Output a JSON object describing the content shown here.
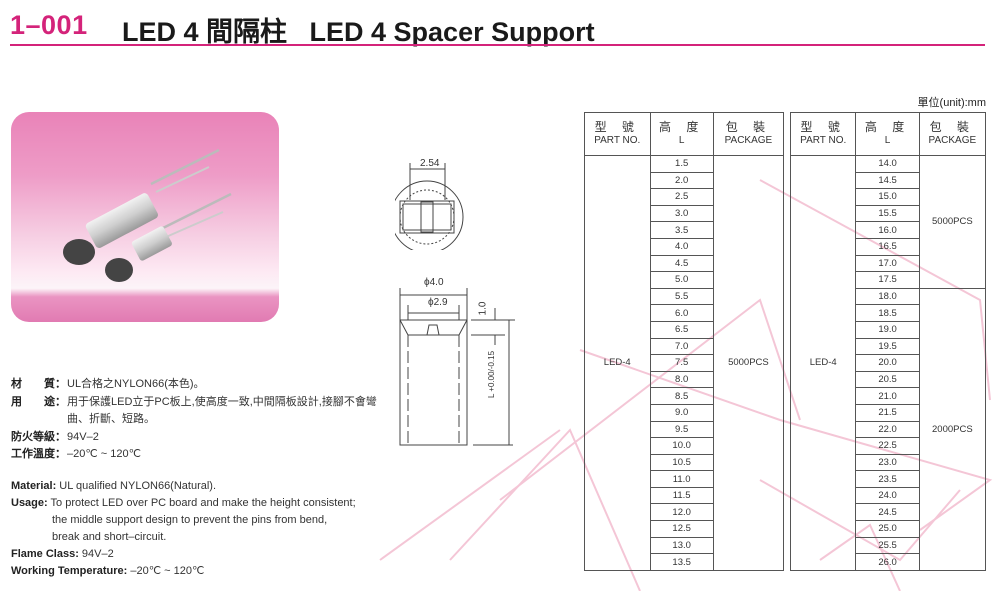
{
  "header": {
    "code": "1–001",
    "title": "LED 4 間隔柱   LED 4 Spacer Support",
    "accent_color": "#d4237a"
  },
  "photo": {
    "alt": "LED 4 spacer supports mounted on LED pins"
  },
  "drawing": {
    "top_view": {
      "pitch": "2.54"
    },
    "side_view": {
      "outer_diameter": "ϕ4.0",
      "inner_diameter": "ϕ2.9",
      "step": "1.0",
      "length": "L",
      "tol_upper": "+0.00",
      "tol_lower": "-0.15"
    }
  },
  "specs_cn": [
    {
      "key": "材　　質：",
      "value": "UL合格之NYLON66(本色)。"
    },
    {
      "key": "用　　途：",
      "value": "用于保護LED立于PC板上,使高度一致,中間隔板設計,接腳不會彎曲、折斷、短路。"
    },
    {
      "key": "防火等級：",
      "value": "94V–2"
    },
    {
      "key": "工作溫度：",
      "value": "–20℃ ~ 120℃"
    }
  ],
  "specs_en": {
    "material_label": "Material:",
    "material_value": " UL qualified NYLON66(Natural).",
    "usage_label": "Usage:",
    "usage_line1": " To protect LED over PC board and make the height consistent;",
    "usage_line2": "the middle support design to prevent the pins from bend,",
    "usage_line3": "break and short–circuit.",
    "flame_label": "Flame Class:",
    "flame_value": " 94V–2",
    "temp_label": "Working Temperature:",
    "temp_value": " –20℃ ~ 120℃"
  },
  "unit_label": "單位(unit):mm",
  "table": {
    "headers": {
      "part_cn": "型 號",
      "part_en": "PART NO.",
      "len_cn": "高 度",
      "len_en": "L",
      "pkg_cn": "包 裝",
      "pkg_en": "PACKAGE"
    },
    "left": {
      "part_no": "LED-4",
      "package": "5000PCS",
      "lengths": [
        "1.5",
        "2.0",
        "2.5",
        "3.0",
        "3.5",
        "4.0",
        "4.5",
        "5.0",
        "5.5",
        "6.0",
        "6.5",
        "7.0",
        "7.5",
        "8.0",
        "8.5",
        "9.0",
        "9.5",
        "10.0",
        "10.5",
        "11.0",
        "11.5",
        "12.0",
        "12.5",
        "13.0",
        "13.5"
      ]
    },
    "right": {
      "part_no": "LED-4",
      "package_a": "5000PCS",
      "package_b": "2000PCS",
      "lengths": [
        "14.0",
        "14.5",
        "15.0",
        "15.5",
        "16.0",
        "16.5",
        "17.0",
        "17.5",
        "18.0",
        "18.5",
        "19.0",
        "19.5",
        "20.0",
        "20.5",
        "21.0",
        "21.5",
        "22.0",
        "22.5",
        "23.0",
        "23.5",
        "24.0",
        "24.5",
        "25.0",
        "25.5",
        "26.0"
      ]
    }
  }
}
